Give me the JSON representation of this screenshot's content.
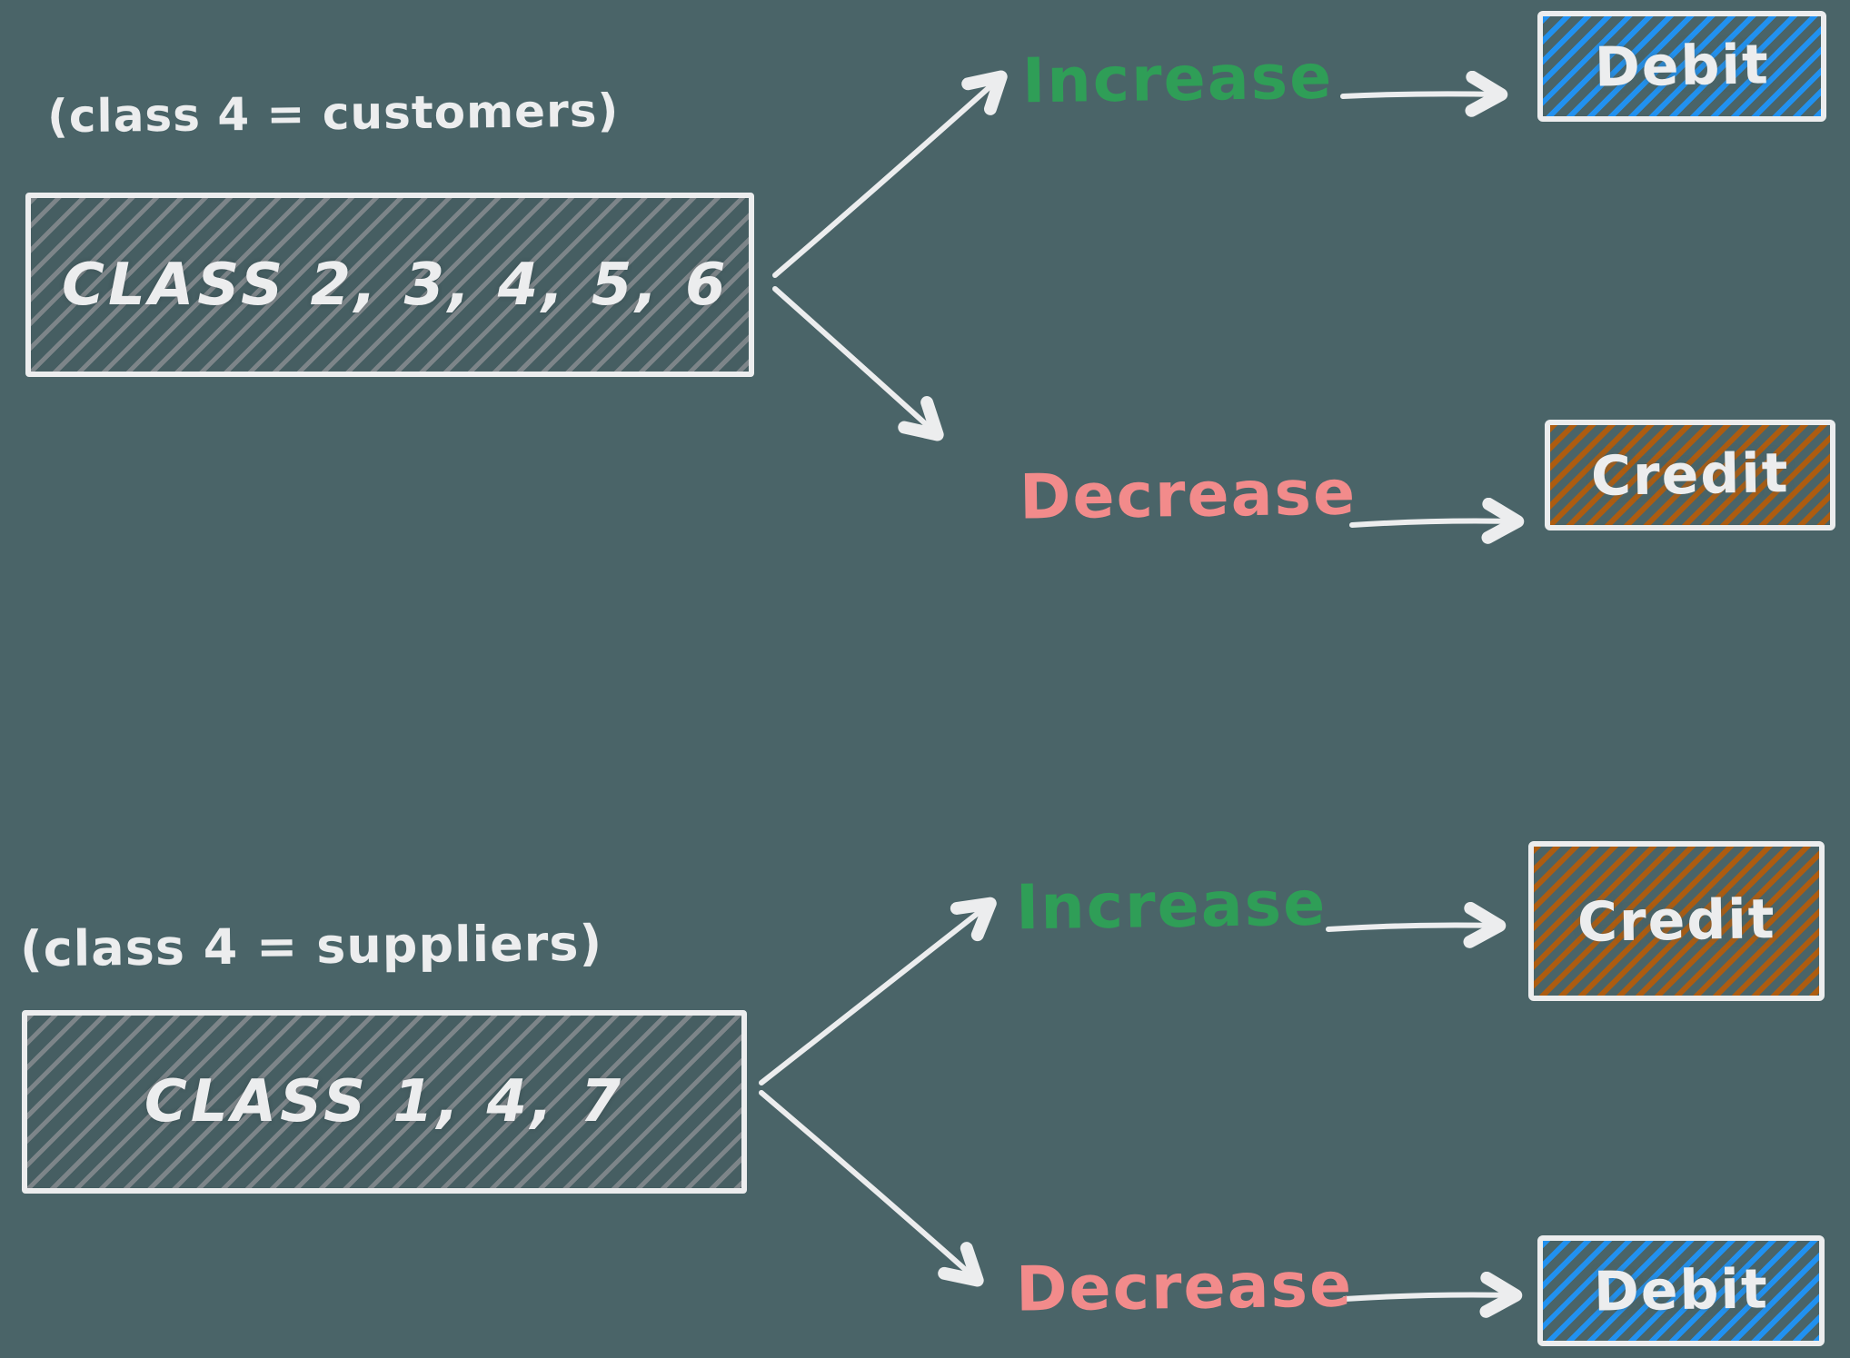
{
  "colors": {
    "background": "#4a6468",
    "ink": "#ecedee",
    "muted_hatch": "#7d8589",
    "green": "#2f9e57",
    "pink": "#f28b8b",
    "blue": "#2191f0",
    "brown": "#ad5c10"
  },
  "sections": [
    {
      "annotation": "(class 4 = customers)",
      "source_label": "CLASS 2, 3, 4, 5, 6",
      "branches": [
        {
          "condition": "Increase",
          "result": "Debit"
        },
        {
          "condition": "Decrease",
          "result": "Credit"
        }
      ]
    },
    {
      "annotation": "(class 4 = suppliers)",
      "source_label": "CLASS 1, 4, 7",
      "branches": [
        {
          "condition": "Increase",
          "result": "Credit"
        },
        {
          "condition": "Decrease",
          "result": "Debit"
        }
      ]
    }
  ]
}
